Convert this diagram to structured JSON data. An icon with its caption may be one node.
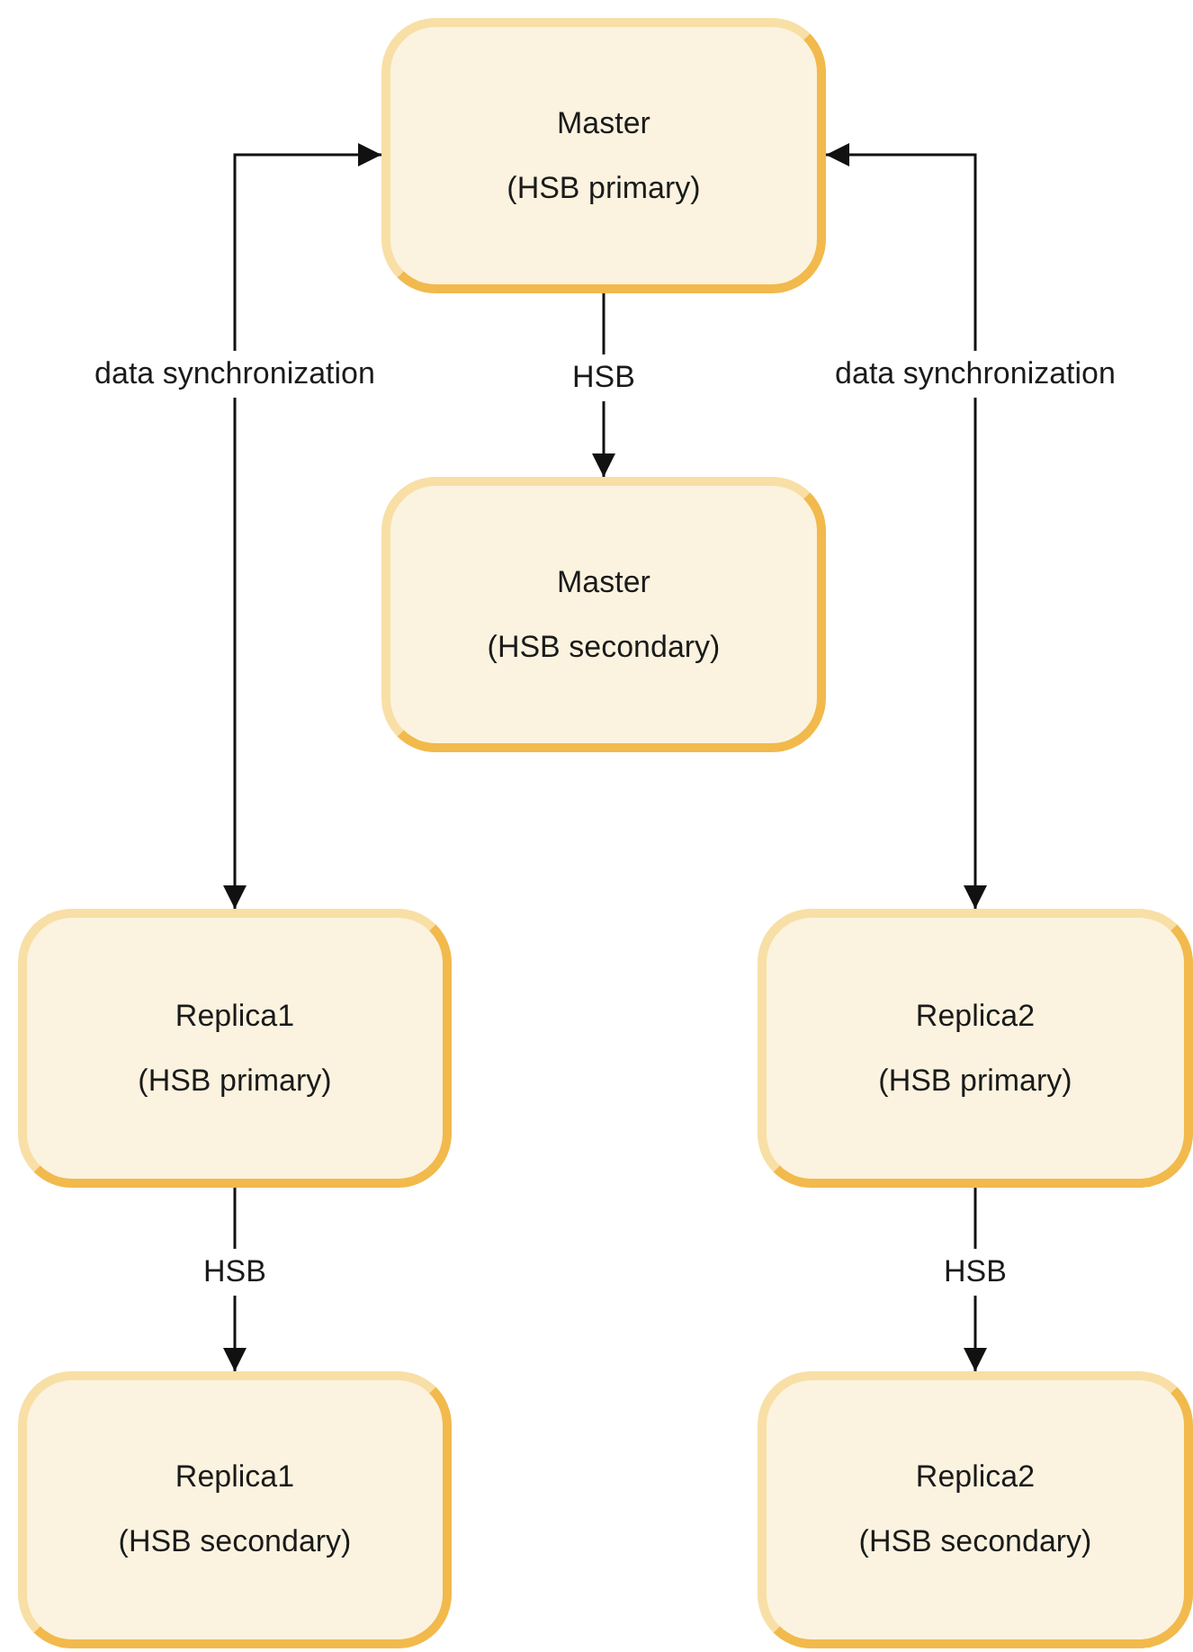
{
  "diagram": {
    "nodes": [
      {
        "text": [
          "Master",
          "(HSB primary)"
        ]
      },
      {
        "text": [
          "Master",
          "(HSB secondary)"
        ]
      },
      {
        "text": [
          "Replica1",
          "(HSB primary)"
        ]
      },
      {
        "text": [
          "Replica1",
          "(HSB secondary)"
        ]
      },
      {
        "text": [
          "Replica2",
          "(HSB primary)"
        ]
      },
      {
        "text": [
          "Replica2",
          "(HSB secondary)"
        ]
      }
    ],
    "edges": [
      {
        "from": 0,
        "to": 1,
        "arrow": "to",
        "label": "HSB"
      },
      {
        "from": 0,
        "to": 2,
        "arrow": "both",
        "label": "data synchronization"
      },
      {
        "from": 0,
        "to": 4,
        "arrow": "both",
        "label": "data synchronization"
      },
      {
        "from": 2,
        "to": 3,
        "arrow": "to",
        "label": "HSB"
      },
      {
        "from": 4,
        "to": 5,
        "arrow": "to",
        "label": "HSB"
      }
    ]
  }
}
